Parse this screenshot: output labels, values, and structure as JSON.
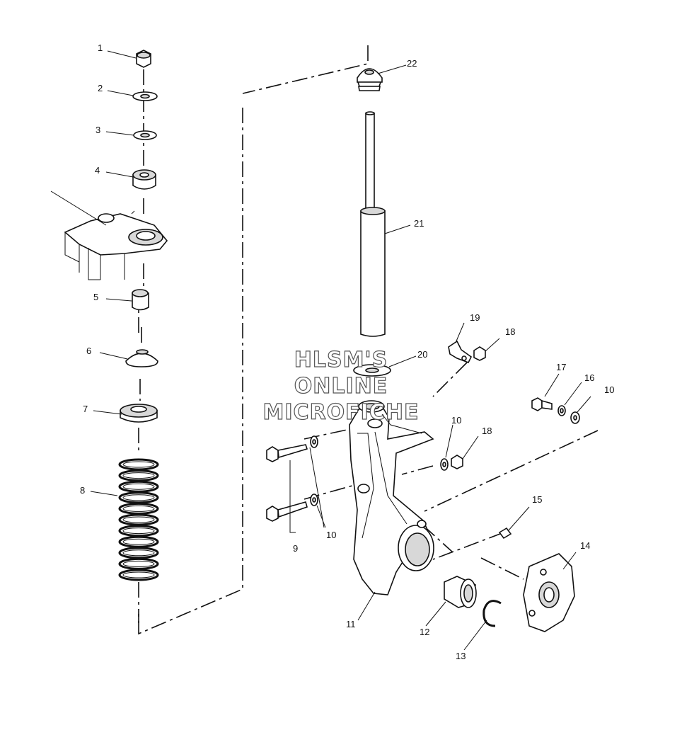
{
  "diagram": {
    "watermark": [
      "HLSM'S",
      "ONLINE",
      "MICROFICHE"
    ],
    "callouts": [
      "1",
      "2",
      "3",
      "4",
      "5",
      "6",
      "7",
      "8",
      "9",
      "10",
      "10",
      "10",
      "10",
      "11",
      "12",
      "13",
      "14",
      "15",
      "16",
      "17",
      "18",
      "18",
      "19",
      "20",
      "21",
      "22"
    ]
  }
}
